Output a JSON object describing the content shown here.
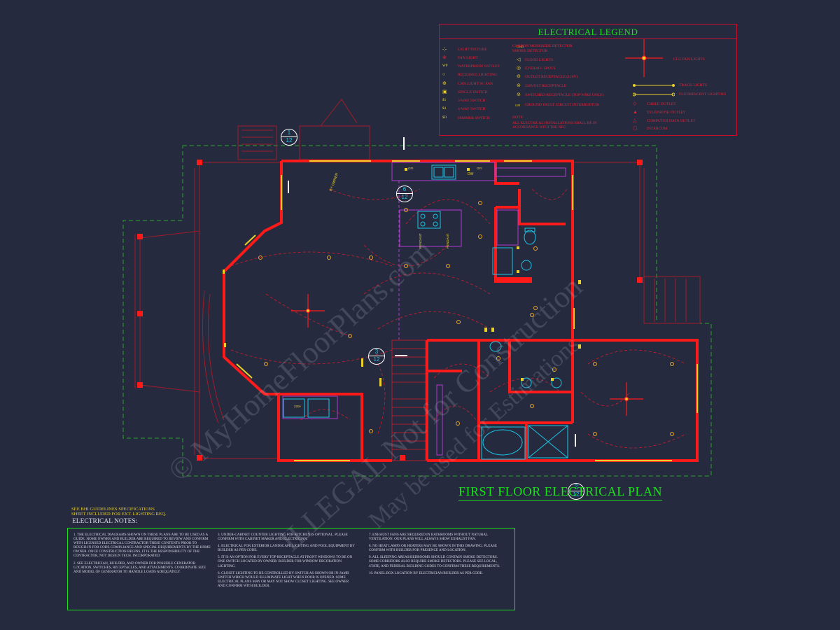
{
  "legend": {
    "title": "ELECTRICAL LEGEND",
    "col1": [
      {
        "sym": "-¦-",
        "label": "LIGHT FIXTURE"
      },
      {
        "sym": "⊗",
        "label": "FAN LIGHT"
      },
      {
        "sym": "WP",
        "label": "WATERPROOF OUTLET"
      },
      {
        "sym": "○",
        "label": "RECESSED LIGHTING"
      },
      {
        "sym": "⊕",
        "label": "CAN LIGHT W/ FAN"
      },
      {
        "sym": "▣",
        "label": "SINGLE SWITCH"
      },
      {
        "sym": "$3",
        "label": "3-WAY SWITCH"
      },
      {
        "sym": "$4",
        "label": "4-WAY SWITCH"
      },
      {
        "sym": "$D",
        "label": "DIMMER SWITCH"
      }
    ],
    "col2": [
      {
        "sym": "CMD",
        "label": "CARBON MONOXIDE DETECTOR"
      },
      {
        "sym": "",
        "label": "SMOKE DETECTOR"
      },
      {
        "sym": "◁",
        "label": "FLOOD LIGHTS"
      },
      {
        "sym": "◎",
        "label": "EYEBALL SPOTS"
      },
      {
        "sym": "⊖",
        "label": "OUTLET RECEPTACLE (110V)"
      },
      {
        "sym": "⊜",
        "label": "220VOLT RECEPTACLE"
      },
      {
        "sym": "⊘",
        "label": "SWITCHED RECEPTACLE (TOP WIRE ONLY)"
      },
      {
        "sym": "GFI",
        "label": "GROUND FAULT CIRCUIT INTERRUPTOR"
      }
    ],
    "col3": [
      {
        "label": "CLG FAN/LIGHTS"
      },
      {
        "label": "TRACK LIGHTS"
      },
      {
        "label": "FLUORESCENT LIGHTING"
      },
      {
        "label": "CABLE OUTLET"
      },
      {
        "label": "TELEPHONE OUTLET"
      },
      {
        "label": "COMPUTER DATA OUTLET"
      },
      {
        "label": "INTERCOM"
      }
    ],
    "note_label": "NOTE:",
    "note": "ALL ELECTRICAL INSTALLATIONS SHALL BE IN ACCORDANCE WITH THE NEC."
  },
  "plan": {
    "title": "FIRST FLOOR ELECTRICAL PLAN",
    "section_tags": [
      {
        "top": "1",
        "bottom": "12"
      },
      {
        "top": "6",
        "bottom": "12"
      },
      {
        "top": "3",
        "bottom": "12"
      },
      {
        "top": "2",
        "bottom": "12"
      }
    ],
    "labels": {
      "by_owner": "BY OWNER",
      "pendant": "PENDANT",
      "dw": "DW",
      "gfi": "GFI",
      "w220": "220v"
    }
  },
  "see_note": [
    "SEE BHI GUIDELINES SPECIFICATIONS",
    "SHEET INCLUDED FOR EXT. LIGHTING REQ."
  ],
  "notes": {
    "heading": "ELECTRICAL NOTES:",
    "col1": [
      "1.  THE ELECTRICAL DIAGRAMS SHOWN ON THESE PLANS ARE TO BE USED AS A GUIDE. HOME OWNER AND BUILDER ARE REQUIRED TO REVIEW AND CONFIRM WITH LICENSED ELECTRICAL CONTRACTOR THESE CONTENTS PRIOR TO ROUGH-IN FOR CODE COMPLIANCE AND SPECIAL REQUIREMENTS BY THE HOME OWNER. ONCE CONSTRUCTION BEGINS, IT IS THE RESPONSIBILITY OF THE CONTRACTOR, NOT DESIGN TECH. INCORPORATED.",
      "2.  SEE ELECTRICIAN, BUILDER, AND OWNER FOR POSSIBLE GENERATOR LOCATION, SWITCHES, RECEPTACLES, AND ATTACHMENTS. COORDINATE SIZE AND MODEL OF GENERATOR TO HANDLE LOADS ADEQUATELY."
    ],
    "col2": [
      "3.  UNDER-CABINET COUNTER LIGHTING FOR KITCHEN IS OPTIONAL. PLEASE CONFIRM WITH CABINET MAKER AND ELECTRICIAN.",
      "4.  ELECTRICAL FOR EXTERIOR LANDSCAPE LIGHTING AND POOL EQUIPMENT BY BUILDER AS PER CODE.",
      "5.  IT IS AN OPTION FOR EVERY TOP RECEPTACLE AT FRONT WINDOWS TO BE ON ONE SWITCH LOCATED BY OWNER/ BUILDER FOR WINDOW DECORATION LIGHTING.",
      "6.  CLOSET LIGHTING TO BE CONTROLLED BY SWITCH AS SHOWN OR IN-JAMB SWITCH WHICH WOULD ILLUMINATE LIGHT WHEN DOOR IS OPENED. SOME ELECTRICAL PLANS MAY OR MAY NOT SHOW CLOSET LIGHTING. SEE OWNER AND CONFIRM WITH BUILDER."
    ],
    "col3": [
      "7.  EXHAUST FANS ARE REQUIRED IN BATHROOMS WITHOUT NATURAL VENTILATION. OUR PLANS WILL ALWAYS SHOW EXHAUST FAN.",
      "8.  NO HEAT LAMPS OR HEATERS MAY BE SHOWN IN THIS DRAWING. PLEASE CONFIRM WITH BUILDER FOR PRESENCE AND LOCATION.",
      "9.  ALL SLEEPING AREAS/BEDROOMS SHOULD CONTAIN SMOKE DETECTORS. SOME CORRIDORS ALSO REQUIRE SMOKE DETECTORS. PLEASE SEE LOCAL, STATE, AND FEDERAL BUILDING CODES TO CONFIRM THESE REQUIREMENTS.",
      "10. PANEL BOX LOCATION BY ELECTRICIAN/BUILDER AS PER CODE."
    ]
  },
  "watermark": [
    "© MyHomeFloorPlans.com",
    "ILLEGAL Not for Construction",
    "May be used for Estimations"
  ],
  "colors": {
    "background": "#262a3e",
    "wall": "#ff1a1a",
    "legend": "#e0263a",
    "title": "#19e219",
    "symbol": "#e9d02a",
    "fixture": "#19c6e6",
    "cabinet": "#b03ad0"
  }
}
